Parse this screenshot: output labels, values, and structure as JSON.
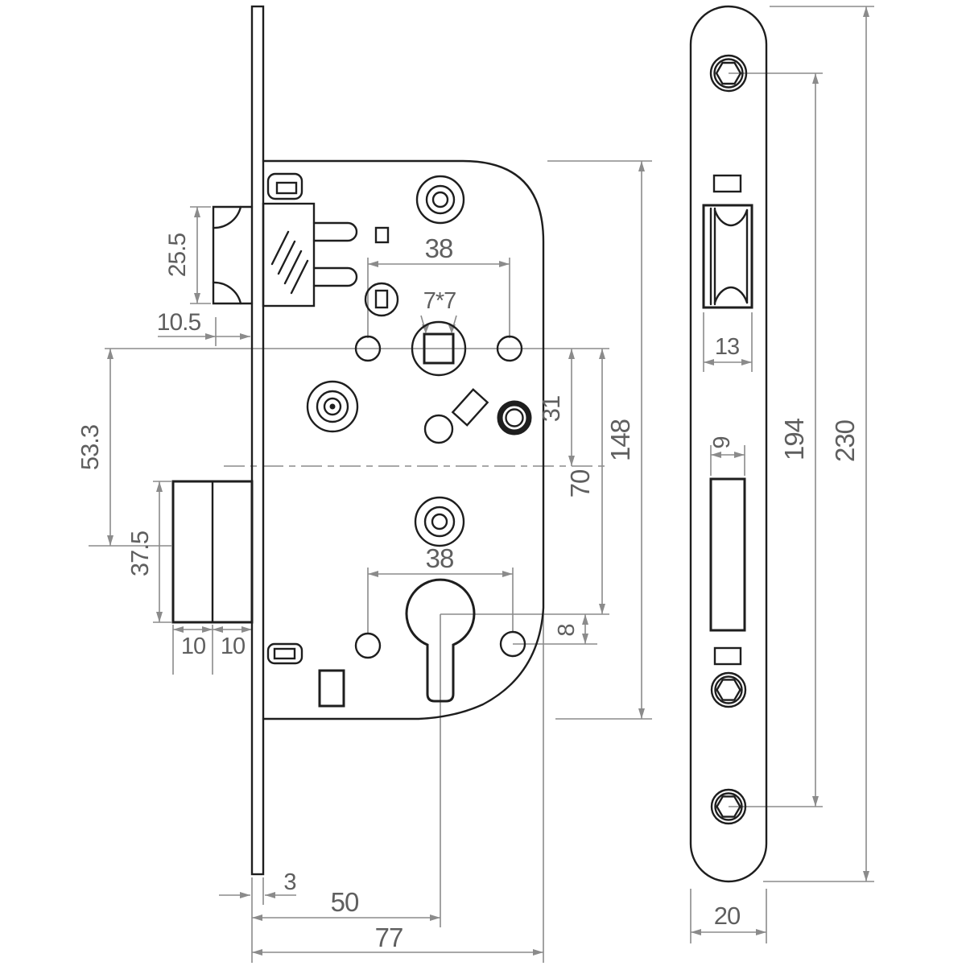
{
  "colors": {
    "background": "#ffffff",
    "object_line": "#1e1e1e",
    "dimension_line": "#8b8b8b",
    "text": "#5f5f5f"
  },
  "main_view": {
    "dims": {
      "latch_height": "25.5",
      "latch_projection": "10.5",
      "axis_to_deadbolt": "53.3",
      "deadbolt_height": "37.5",
      "deadbolt_left": "10",
      "deadbolt_right": "10",
      "handle_hole_spacing": "38",
      "spindle_square": "7*7",
      "axis_to_centerline": "31",
      "handle_to_cylinder": "70",
      "case_height": "148",
      "cylinder_hole_spacing": "38",
      "hole_offset": "8",
      "faceplate_thickness": "3",
      "backset": "50",
      "case_depth": "77"
    }
  },
  "faceplate_view": {
    "dims": {
      "latch_cutout_width": "13",
      "deadbolt_cutout_width": "9",
      "screw_hole_spacing": "194",
      "faceplate_length": "230",
      "faceplate_width": "20"
    }
  }
}
